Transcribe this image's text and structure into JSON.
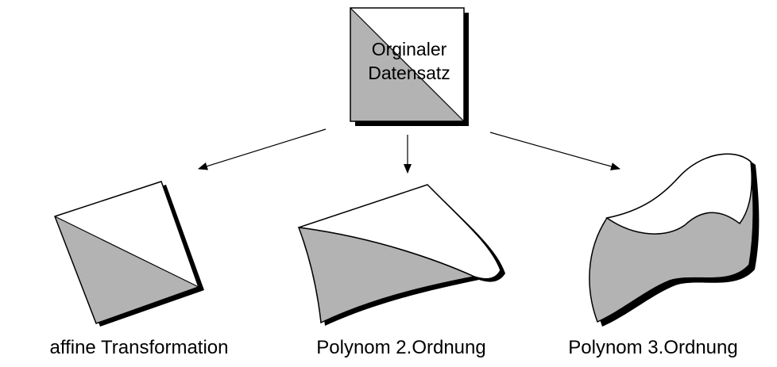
{
  "colors": {
    "fill_gray": "#b3b3b3",
    "stroke": "#000000",
    "background": "#ffffff"
  },
  "original": {
    "line1": "Orginaler",
    "line2": "Datensatz"
  },
  "labels": {
    "affine": "affine Transformation",
    "poly2": "Polynom 2.Ordnung",
    "poly3": "Polynom 3.Ordnung"
  }
}
